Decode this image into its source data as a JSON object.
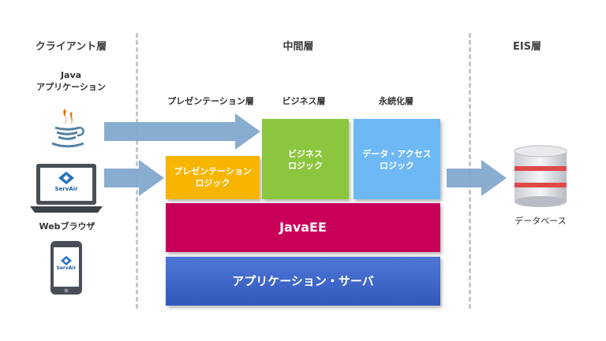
{
  "headers": {
    "client_tier": "クライアント層",
    "middle_tier": "中間層",
    "eis_tier": "EIS層"
  },
  "sub_headers": {
    "presentation": "プレゼンテーション層",
    "business": "ビジネス層",
    "persistence": "永続化層"
  },
  "clients": {
    "java_line1": "Java",
    "java_line2": "アプリケーション",
    "browser": "Webブラウザ",
    "brand": "ServAir"
  },
  "boxes": {
    "presentation_line1": "プレゼンテーション",
    "presentation_line2": "ロジック",
    "business_line1": "ビジネス",
    "business_line2": "ロジック",
    "data_access_line1": "データ・アクセス",
    "data_access_line2": "ロジック",
    "javaee": "JavaEE",
    "app_server": "アプリケーション・サーバ"
  },
  "eis": {
    "database": "データベース"
  },
  "colors": {
    "presentation": "#f7b500",
    "business": "#8cc63f",
    "data_access": "#6eb8f5",
    "javaee": "#c8005a",
    "app_server": "#3f68c8",
    "arrow": "#7ea6cc",
    "divider": "#c8c8c8"
  }
}
